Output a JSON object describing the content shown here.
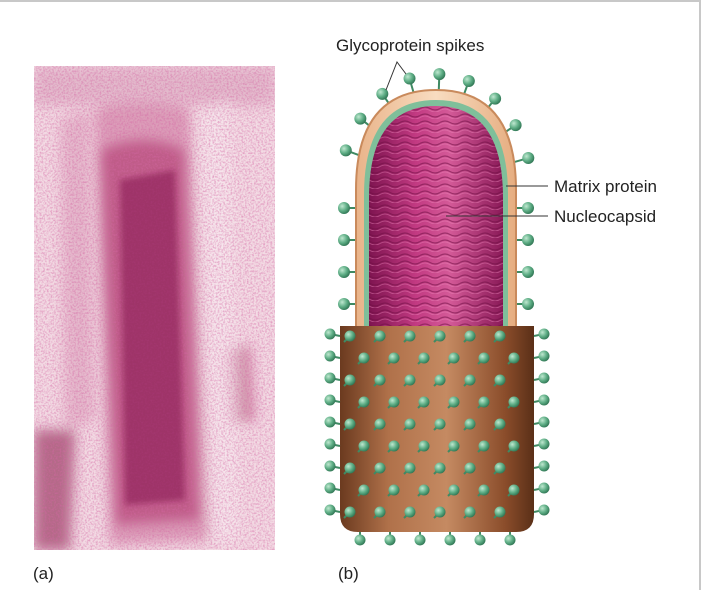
{
  "figure": {
    "panel_a_label": "(a)",
    "panel_b_label": "(b)",
    "callouts": {
      "glycoprotein_spikes": "Glycoprotein spikes",
      "matrix_protein": "Matrix protein",
      "nucleocapsid": "Nucleocapsid"
    },
    "colors": {
      "micrograph_pink": "#a8245e",
      "nucleocapsid_magenta": "#b52a72",
      "envelope_peach": "#f2c79a",
      "matrix_green": "#7fbf9a",
      "spike_green": "#5fae86",
      "envelope_copper": "#9a5a34"
    }
  }
}
